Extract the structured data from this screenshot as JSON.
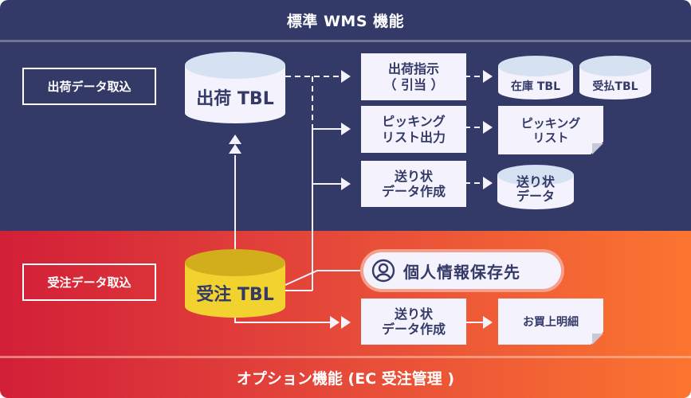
{
  "sections": {
    "standard": {
      "title": "標準 WMS 機能",
      "color": "#343a68"
    },
    "option": {
      "title": "オプション機能 (EC 受注管理 )",
      "gradient": [
        "#d21f38",
        "#fb7530"
      ]
    }
  },
  "input_labels": {
    "shipping_import": "出荷データ取込",
    "order_import": "受注データ取込"
  },
  "tables": {
    "shipping_tbl": "出荷 TBL",
    "order_tbl": "受注 TBL",
    "stock_tbl": "在庫 TBL",
    "receipt_tbl": "受払TBL",
    "label_data": [
      "送り状",
      "データ"
    ]
  },
  "processes": {
    "shipping_instruction": [
      "出荷指示",
      "（ 引当 ）"
    ],
    "picking_output": [
      "ピッキング",
      "リスト出力"
    ],
    "label_create_top": [
      "送り状",
      "データ作成"
    ],
    "label_create_bottom": [
      "送り状",
      "データ作成"
    ]
  },
  "documents": {
    "picking_list": [
      "ピッキング",
      "リスト"
    ],
    "purchase_detail": "お買上明細"
  },
  "personal_info": {
    "icon": "user-circle-icon",
    "label": "個人情報保存先"
  },
  "colors": {
    "navy": "#343a68",
    "panel": "#f4f3fd",
    "cylinder_top": "#d6e2f2",
    "yellow": "#f2d22e",
    "yellow_top": "#d2ae1c"
  }
}
